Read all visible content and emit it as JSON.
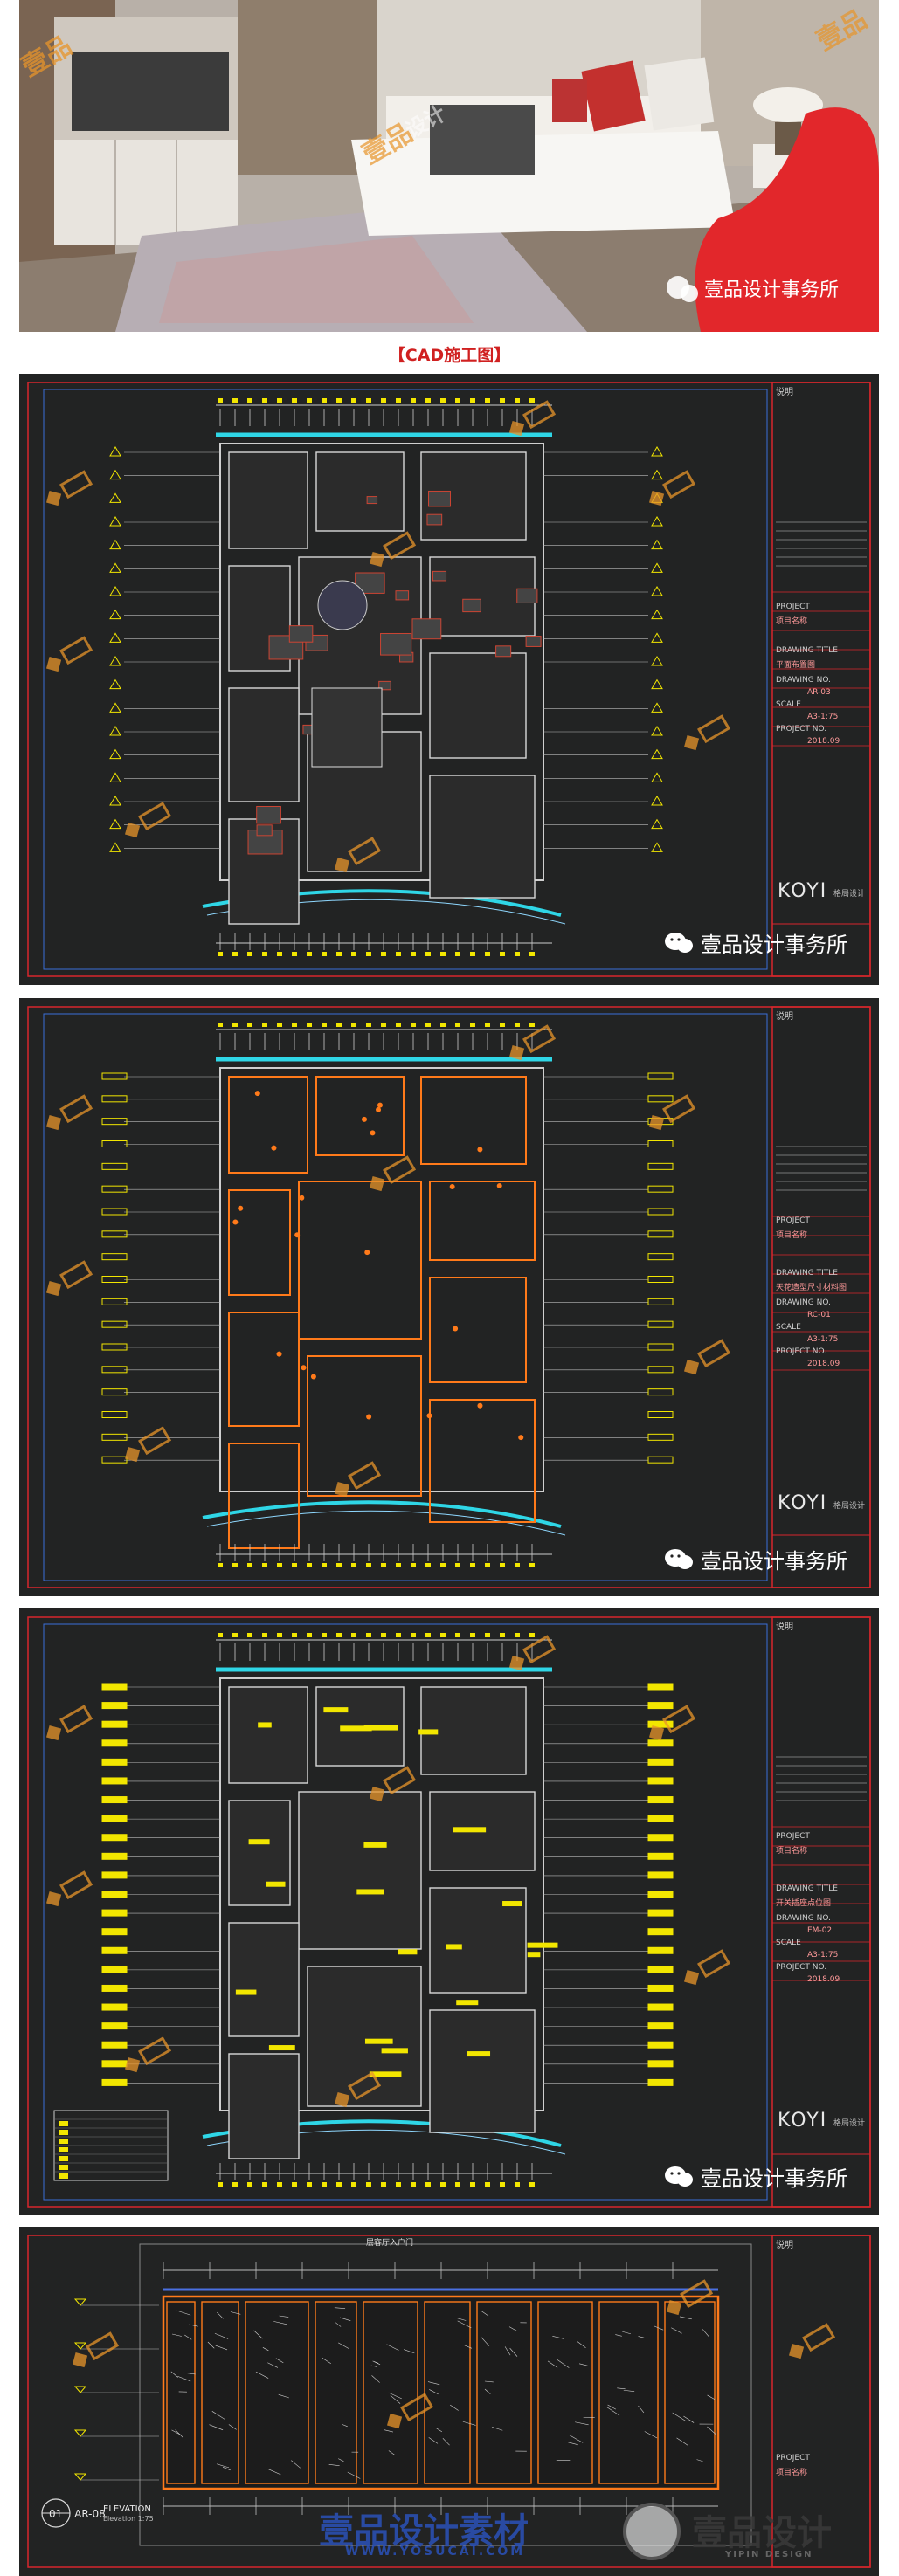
{
  "photo": {
    "watermark_label": "壹品设计事务所",
    "watermark_cn": "壹品",
    "watermark_sub": "设计"
  },
  "caption": "【CAD施工图】",
  "panels": [
    {
      "id": "floor-plan",
      "watermark_label": "壹品设计事务所",
      "brand": "KOYI",
      "brand_sub": "格局设计",
      "title_block": [
        "说明",
        "PROJECT",
        "项目名称",
        "DRAWING TITLE",
        "平面布置图",
        "DRAWING NO.",
        "AR-03",
        "SCALE",
        "A3-1:75",
        "PROJECT NO.",
        "2018.09"
      ]
    },
    {
      "id": "ceiling-plan",
      "watermark_label": "壹品设计事务所",
      "brand": "KOYI",
      "brand_sub": "格局设计",
      "title_block": [
        "说明",
        "PROJECT",
        "项目名称",
        "DRAWING TITLE",
        "天花造型尺寸材料图",
        "DRAWING NO.",
        "RC-01",
        "SCALE",
        "A3-1:75",
        "PROJECT NO.",
        "2018.09"
      ]
    },
    {
      "id": "electrical-plan",
      "watermark_label": "壹品设计事务所",
      "brand": "KOYI",
      "brand_sub": "格局设计",
      "title_block": [
        "说明",
        "PROJECT",
        "项目名称",
        "DRAWING TITLE",
        "开关插座点位图",
        "DRAWING NO.",
        "EM-02",
        "SCALE",
        "A3-1:75",
        "PROJECT NO.",
        "2018.09"
      ]
    },
    {
      "id": "elevation",
      "elevation_tag": "01",
      "elevation_ref": "AR-08",
      "elevation_label": "ELEVATION",
      "elevation_scale": "Elevation 1:75",
      "top_note": "一层客厅入户门",
      "title_block": [
        "说明",
        "PROJECT",
        "项目名称"
      ]
    }
  ],
  "footer": {
    "brand_big": "壹品设计素材",
    "brand_url": "WWW.YOSUCAI.COM",
    "logo_text": "壹品设计",
    "logo_sub": "YIPIN DESIGN"
  },
  "colors": {
    "cad_bg": "#222323",
    "cad_red": "#d8262c",
    "cad_yellow": "#f2e600",
    "cad_cyan": "#2fd6e6",
    "cad_orange": "#ff7a1a",
    "watermark_orange": "#e8952a",
    "caption_red": "#d02020"
  }
}
